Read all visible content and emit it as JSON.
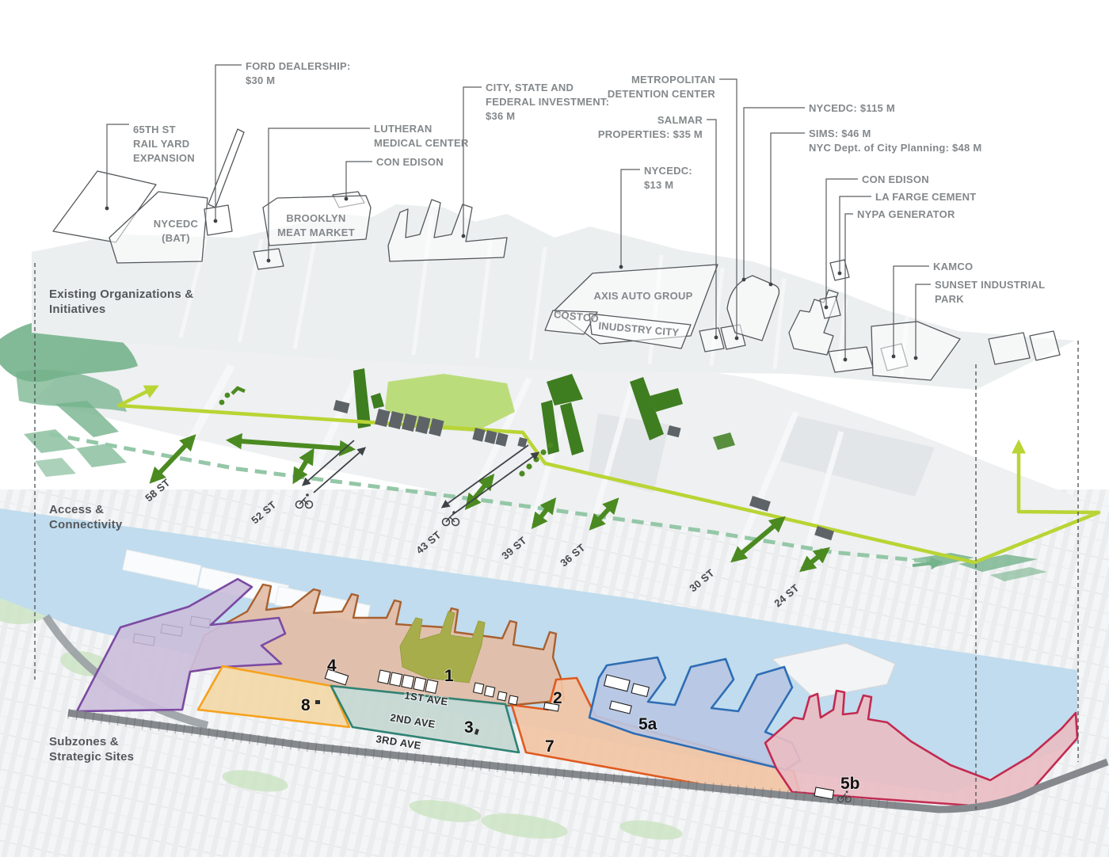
{
  "layer_labels": {
    "existing": [
      "Existing Organizations &",
      "Initiatives"
    ],
    "access": [
      "Access &",
      "Connectivity"
    ],
    "subzones": [
      "Subzones &",
      "Strategic Sites"
    ]
  },
  "callouts": {
    "rail_yard": [
      "65TH ST",
      "RAIL YARD",
      "EXPANSION"
    ],
    "ford": [
      "FORD DEALERSHIP:",
      "$30 M"
    ],
    "nycedc_bat": [
      "NYCEDC",
      "(BAT)"
    ],
    "lutheran": [
      "LUTHERAN",
      "MEDICAL CENTER"
    ],
    "con_edison_w": [
      "CON EDISON"
    ],
    "brooklyn_meat": [
      "BROOKLYN",
      "MEAT MARKET"
    ],
    "city_state": [
      "CITY, STATE AND",
      "FEDERAL INVESTMENT:",
      "$36 M"
    ],
    "metro_detention": [
      "METROPOLITAN",
      "DETENTION CENTER"
    ],
    "salmar": [
      "SALMAR",
      "PROPERTIES: $35 M"
    ],
    "nycedc_13": [
      "NYCEDC:",
      "$13 M"
    ],
    "nycedc_115": [
      "NYCEDC: $115 M"
    ],
    "sims": [
      "SIMS: $46 M",
      "NYC Dept. of City Planning: $48 M"
    ],
    "con_edison_e": [
      "CON EDISON"
    ],
    "lafarge": [
      "LA FARGE CEMENT"
    ],
    "nypa": [
      "NYPA GENERATOR"
    ],
    "kamco": [
      "KAMCO"
    ],
    "sunset_industrial": [
      "SUNSET INDUSTRIAL",
      "PARK"
    ],
    "axis": [
      "AXIS AUTO GROUP"
    ],
    "costco": [
      "COSTCO"
    ],
    "industry_city": [
      "INUDSTRY CITY"
    ]
  },
  "streets": [
    "58 ST",
    "52 ST",
    "43 ST",
    "39 ST",
    "36 ST",
    "30 ST",
    "24 ST"
  ],
  "avenues": [
    "1ST AVE",
    "2ND AVE",
    "3RD AVE"
  ],
  "zones": {
    "z1": "1",
    "z2": "2",
    "z3": "3",
    "z4": "4",
    "z5a": "5a",
    "z5b": "5b",
    "z7": "7",
    "z8": "8"
  },
  "colors": {
    "lime_route": "#b9d434",
    "green_arrow": "#4b8a21",
    "sea_green": "#74b38c",
    "teal_dash": "#94c7a7",
    "water": "#c0dcee",
    "zone_purple": "#7b4aa2",
    "zone_orange8": "#f6a21d",
    "zone_brown": "#a8602f",
    "zone_teal3": "#2f8374",
    "zone_orange7": "#e05a1f",
    "zone_blue5": "#2e6db4",
    "zone_pink5b": "#c32a51",
    "park_olive": "#a8ad4b",
    "label_gray": "#84888b"
  }
}
